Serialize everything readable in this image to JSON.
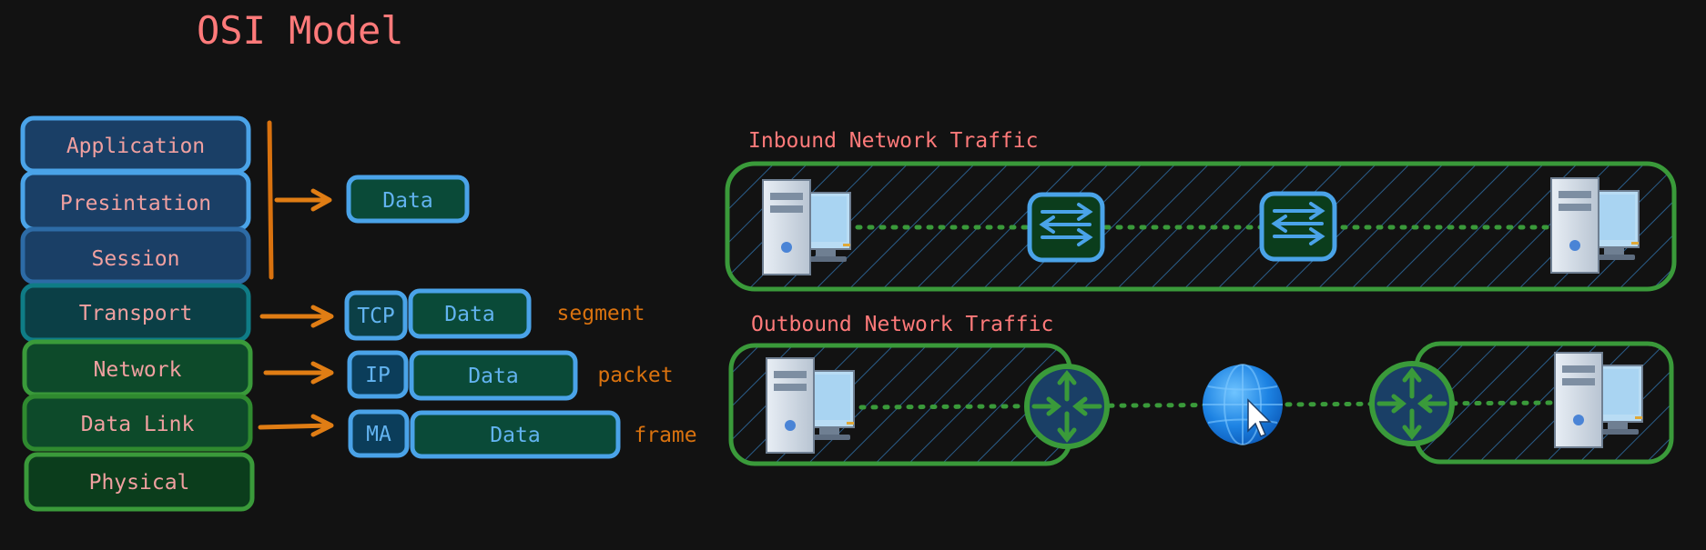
{
  "title": "OSI Model",
  "layers": [
    {
      "label": "Application"
    },
    {
      "label": "Presintation"
    },
    {
      "label": "Session"
    },
    {
      "label": "Transport"
    },
    {
      "label": "Network"
    },
    {
      "label": "Data Link"
    },
    {
      "label": "Physical"
    }
  ],
  "encapsulation": {
    "upper_data": "Data",
    "transport": {
      "header": "TCP",
      "data": "Data",
      "unit": "segment"
    },
    "network": {
      "header": "IP",
      "data": "Data",
      "unit": "packet"
    },
    "datalink": {
      "header": "MA",
      "data": "Data",
      "unit": "frame"
    }
  },
  "traffic": {
    "inbound_label": "Inbound Network Traffic",
    "outbound_label": "Outbound Network Traffic"
  },
  "colors": {
    "title": "#ff7a7a",
    "layer_text": "#f0a0a0",
    "blue_stroke": "#4aa3e8",
    "blue_fill": "#1a3f66",
    "teal_stroke": "#0f7c86",
    "teal_fill": "#0b3f46",
    "green_stroke": "#3a9a3a",
    "green_fill": "#0d4a2a",
    "orange": "#d9720f",
    "arrow": "#e07d14",
    "data_fill": "#0a4a38",
    "data_text": "#62b3f0"
  },
  "icons": [
    "computer-icon",
    "switch-icon",
    "router-icon",
    "globe-icon",
    "cursor-icon"
  ]
}
